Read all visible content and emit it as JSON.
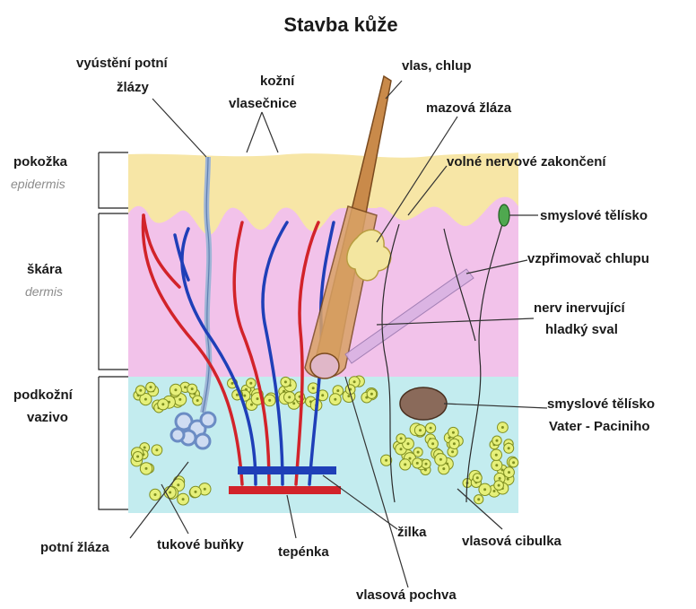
{
  "title": "Stavba kůže",
  "colors": {
    "epidermis": "#f7e6a6",
    "dermis": "#f2c2ea",
    "subcutis": "#c3ecef",
    "fat_cell": "#e6f07a",
    "artery": "#d2232a",
    "vein": "#1f3fb8",
    "hair": "#c98a4a",
    "sweat_gland": "#9fb5d6",
    "sebaceous": "#f3e6a0"
  },
  "labels": {
    "layer_epidermis": "pokožka",
    "layer_epidermis_latin": "epidermis",
    "layer_dermis": "škára",
    "layer_dermis_latin": "dermis",
    "layer_subcutis_1": "podkožní",
    "layer_subcutis_2": "vazivo",
    "sweat_opening_1": "vyústění potní",
    "sweat_opening_2": "žlázy",
    "capillaries_1": "kožní",
    "capillaries_2": "vlasečnice",
    "hair": "vlas, chlup",
    "sebaceous_gland": "mazová žláza",
    "free_nerve_endings": "volné nervové zakončení",
    "sensory_corpuscle": "smyslové tělísko",
    "arrector_pili": "vzpřimovač chlupu",
    "nerve_smooth_1": "nerv inervující",
    "nerve_smooth_2": "hladký sval",
    "pacinian_1": "smyslové tělísko",
    "pacinian_2": "Vater - Paciniho",
    "sweat_gland": "potní žláza",
    "fat_cells": "tukové buňky",
    "artery": "tepénka",
    "vein": "žilka",
    "hair_bulb": "vlasová cibulka",
    "hair_sheath": "vlasová pochva"
  }
}
